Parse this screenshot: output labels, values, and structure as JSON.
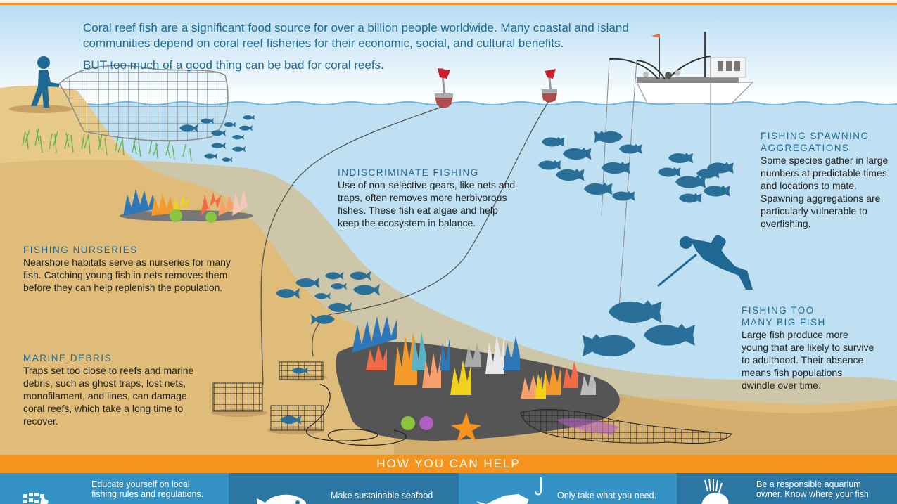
{
  "intro": {
    "line1": "Coral reef fish are a significant food source for over a billion people worldwide.  Many coastal and island communities depend on coral reef fisheries for their economic, social, and cultural benefits.",
    "line2": "BUT too much of a good thing can be bad for coral reefs."
  },
  "callouts": {
    "indiscriminate": {
      "title": "INDISCRIMINATE FISHING",
      "body": "Use of non-selective gears, like nets and traps, often removes more herbivorous fishes. These fish eat algae and help keep the ecosystem in balance."
    },
    "spawning": {
      "title_line1": "FISHING SPAWNING",
      "title_line2": "AGGREGATIONS",
      "body": "Some species gather in large numbers at predictable times and locations to mate. Spawning aggregations are particularly vulnerable to overfishing."
    },
    "nurseries": {
      "title": "FISHING NURSERIES",
      "body": "Nearshore habitats serve as nurseries for many fish. Catching young fish in nets removes them before they can help replenish the population."
    },
    "debris": {
      "title": "MARINE DEBRIS",
      "body": "Traps set too close to reefs and marine debris, such as ghost traps, lost nets, monofilament, and lines, can damage coral reefs, which take a long time to recover."
    },
    "bigfish": {
      "title_line1": "FISHING TOO",
      "title_line2": "MANY BIG FISH",
      "body": "Large fish produce more young that are likely to survive to adulthood. Their absence means fish populations dwindle over time."
    }
  },
  "help": {
    "title": "HOW YOU CAN HELP",
    "items": [
      {
        "icon": "regulations-icon",
        "line1": "Educate yourself on local",
        "line2": "fishing rules and regulations."
      },
      {
        "icon": "fish-icon",
        "line1": "Make sustainable seafood",
        "line2": ""
      },
      {
        "icon": "fish-hook-icon",
        "line1": "Only take what you need.",
        "line2": ""
      },
      {
        "icon": "lionfish-icon",
        "line1": "Be a responsible aquarium",
        "line2": "owner. Know where your fish"
      }
    ]
  },
  "colors": {
    "accent_orange": "#f7941d",
    "heading_blue": "#1d6a96",
    "water": "#bfe0f2",
    "sand": "#e6c684",
    "fish": "#2a6f98",
    "help_light": "#3592c5",
    "help_dark": "#2b76a3"
  }
}
